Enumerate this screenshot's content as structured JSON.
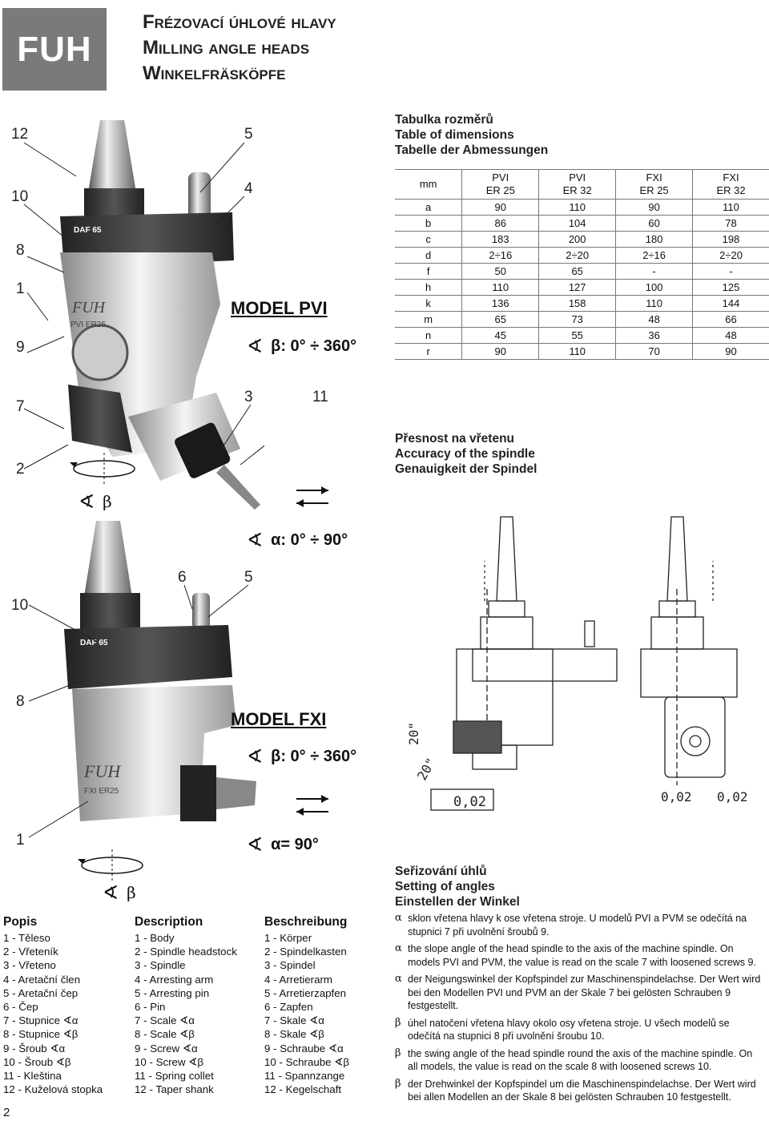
{
  "logo": "FUH",
  "titles": [
    "Frézovací úhlové hlavy",
    "Milling angle heads",
    "Winkelfräsköpfe"
  ],
  "pvi_callouts": [
    "12",
    "5",
    "10",
    "4",
    "8",
    "1",
    "9",
    "7",
    "3",
    "11",
    "2"
  ],
  "model_pvi": "MODEL PVI",
  "pvi_beta_range": "β:  0° ÷ 360°",
  "beta_label": "β",
  "dimensions": {
    "headings": [
      "Tabulka rozměrů",
      "Table of dimensions",
      "Tabelle der Abmessungen"
    ],
    "unit": "mm",
    "columns": [
      [
        "PVI",
        "ER 25"
      ],
      [
        "PVI",
        "ER 32"
      ],
      [
        "FXI",
        "ER 25"
      ],
      [
        "FXI",
        "ER 32"
      ]
    ],
    "rows": [
      [
        "a",
        "90",
        "110",
        "90",
        "110"
      ],
      [
        "b",
        "86",
        "104",
        "60",
        "78"
      ],
      [
        "c",
        "183",
        "200",
        "180",
        "198"
      ],
      [
        "d",
        "2÷16",
        "2÷20",
        "2÷16",
        "2÷20"
      ],
      [
        "f",
        "50",
        "65",
        "-",
        "-"
      ],
      [
        "h",
        "110",
        "127",
        "100",
        "125"
      ],
      [
        "k",
        "136",
        "158",
        "110",
        "144"
      ],
      [
        "m",
        "65",
        "73",
        "48",
        "66"
      ],
      [
        "n",
        "45",
        "55",
        "36",
        "48"
      ],
      [
        "r",
        "90",
        "110",
        "70",
        "90"
      ]
    ]
  },
  "accuracy_headings": [
    "Přesnost na vřetenu",
    "Accuracy of the spindle",
    "Genauigkeit der Spindel"
  ],
  "pvi_alpha_range": "α:  0° ÷ 90°",
  "fxi_callouts": [
    "10",
    "6",
    "5",
    "8",
    "1"
  ],
  "model_fxi": "MODEL FXI",
  "fxi_beta_range": "β:  0° ÷ 360°",
  "fxi_alpha": "α=  90°",
  "drawing_labels": {
    "dim20a": "20\"",
    "dim20b": "20\"",
    "tol1": "0,02",
    "tol2": "0,02",
    "tol3": "0,02"
  },
  "photo_text": {
    "daf": "DAF 65",
    "fuh": "FUH",
    "fxi": "FXI  ER25",
    "pvi": "PVI  ER25"
  },
  "legend": {
    "cz_title": "Popis",
    "cz": [
      "1 - Těleso",
      "2 - Vřeteník",
      "3 - Vřeteno",
      "4 - Aretační člen",
      "5 - Aretační čep",
      "6 - Čep",
      "7 - Stupnice ∢α",
      "8 - Stupnice ∢β",
      "9 - Šroub ∢α",
      "10 - Šroub ∢β",
      "11 - Kleština",
      "12 - Kuželová stopka"
    ],
    "en_title": "Description",
    "en": [
      "1 - Body",
      "2 - Spindle headstock",
      "3 - Spindle",
      "4 - Arresting arm",
      "5 - Arresting pin",
      "6 - Pin",
      "7 - Scale ∢α",
      "8 - Scale ∢β",
      "9 - Screw ∢α",
      "10 - Screw ∢β",
      "11 - Spring collet",
      "12 - Taper shank"
    ],
    "de_title": "Beschreibung",
    "de": [
      "1 - Körper",
      "2 - Spindelkasten",
      "3 - Spindel",
      "4 - Arretierarm",
      "5 - Arretierzapfen",
      "6 - Zapfen",
      "7 - Skale ∢α",
      "8 - Skale ∢β",
      "9 - Schraube ∢α",
      "10 - Schraube ∢β",
      "11 - Spannzange",
      "12 - Kegelschaft"
    ]
  },
  "setting": {
    "headings": [
      "Seřizování úhlů",
      "Setting of angles",
      "Einstellen der Winkel"
    ],
    "notes": [
      {
        "sym": "α",
        "text": "sklon vřetena hlavy k ose vřetena stroje. U modelů PVI a PVM se odečítá na stupnici 7 při uvolnění šroubů 9."
      },
      {
        "sym": "α",
        "text": "the slope angle of the head spindle to the axis of the machine spindle. On models PVI and PVM, the value is read on the scale 7 with loosened screws 9."
      },
      {
        "sym": "α",
        "text": "der Neigungswinkel der Kopfspindel zur Maschinenspindelachse. Der Wert wird bei den Modellen PVI und PVM an der Skale 7 bei gelösten Schrauben 9 festgestellt."
      },
      {
        "sym": "β",
        "text": "úhel natočení vřetena hlavy okolo osy vřetena stroje. U všech modelů se odečítá na stupnici 8 při uvolnění šroubu 10."
      },
      {
        "sym": "β",
        "text": "the swing angle of the head spindle round the axis of the machine spindle. On all models, the value is read on the scale 8 with loosened screws 10."
      },
      {
        "sym": "β",
        "text": "der Drehwinkel der Kopfspindel um die Maschinenspindelachse. Der Wert wird bei allen Modellen an der Skale 8 bei gelösten Schrauben 10 festgestellt."
      }
    ]
  },
  "page_number": "2"
}
